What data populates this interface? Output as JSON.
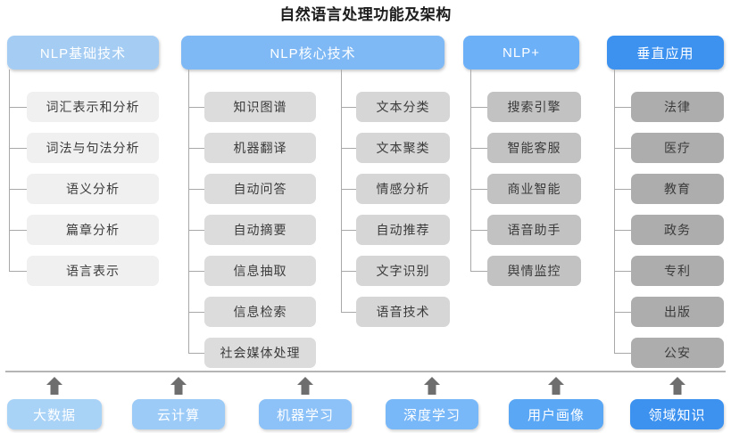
{
  "title": "自然语言处理功能及架构",
  "colors": {
    "header_fills": [
      "#a5cdf4",
      "#7fb9f5",
      "#6cb0f8",
      "#3d92f0"
    ],
    "node_tones": [
      "#f0f0f0",
      "#dcdcdc",
      "#d6d6d6",
      "#c2c2c2",
      "#adadad"
    ],
    "foundation_fills": [
      "#a9d2f7",
      "#9ccbf7",
      "#8cc2f8",
      "#79b8f8",
      "#5aa7f6",
      "#3d92f0"
    ],
    "connector_line": "#a8a8a8",
    "baseline": "#b5b5b5",
    "arrow": "#6e6e6e",
    "title_text": "#1c1c1c",
    "node_text": "#3b3b3b",
    "header_text": "#ffffff"
  },
  "headers": [
    {
      "label": "NLP基础技术",
      "name": "header-nlp-basic"
    },
    {
      "label": "NLP核心技术",
      "name": "header-nlp-core"
    },
    {
      "label": "NLP+",
      "name": "header-nlp-plus"
    },
    {
      "label": "垂直应用",
      "name": "header-vertical-application"
    }
  ],
  "columns": [
    {
      "key": "nlp-basic",
      "parent": "NLP基础技术",
      "items": [
        "词汇表示和分析",
        "词法与句法分析",
        "语义分析",
        "篇章分析",
        "语言表示"
      ]
    },
    {
      "key": "nlp-core-left",
      "parent": "NLP核心技术",
      "items": [
        "知识图谱",
        "机器翻译",
        "自动问答",
        "自动摘要",
        "信息抽取",
        "信息检索",
        "社会媒体处理"
      ]
    },
    {
      "key": "nlp-core-right",
      "parent": "NLP核心技术",
      "items": [
        "文本分类",
        "文本聚类",
        "情感分析",
        "自动推荐",
        "文字识别",
        "语音技术"
      ]
    },
    {
      "key": "nlp-plus",
      "parent": "NLP+",
      "items": [
        "搜索引擎",
        "智能客服",
        "商业智能",
        "语音助手",
        "舆情监控"
      ]
    },
    {
      "key": "vertical-application",
      "parent": "垂直应用",
      "items": [
        "法律",
        "医疗",
        "教育",
        "政务",
        "专利",
        "出版",
        "公安"
      ]
    }
  ],
  "foundation": {
    "arrow_icon": "arrow-up-icon",
    "items": [
      "大数据",
      "云计算",
      "机器学习",
      "深度学习",
      "用户画像",
      "领域知识"
    ]
  }
}
